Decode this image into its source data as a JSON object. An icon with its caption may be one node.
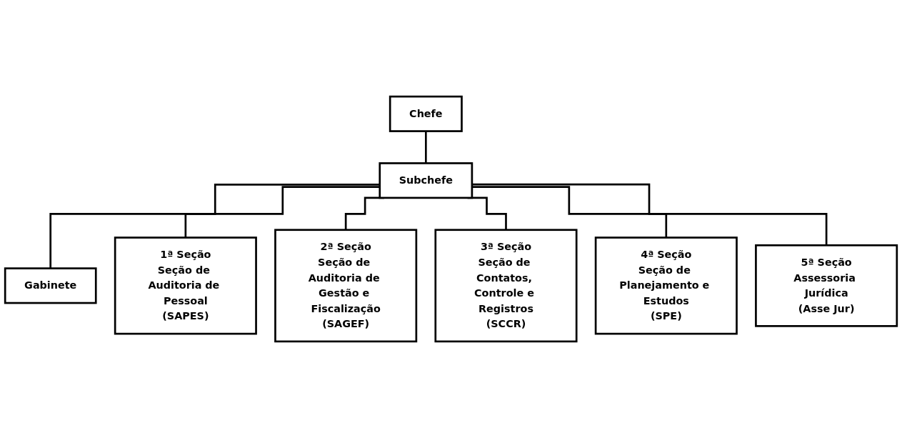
{
  "diagram": {
    "nodes": [
      {
        "text": [
          "Chefe"
        ]
      },
      {
        "text": [
          "Subchefe"
        ]
      },
      {
        "text": [
          "Gabinete"
        ]
      },
      {
        "text": [
          "1ª Seção",
          "Seção de Auditoria de Pessoal",
          "(SAPES)"
        ]
      },
      {
        "text": [
          "2ª Seção",
          "Seção de Auditoria de Gestão e Fiscalização",
          "(SAGEF)"
        ]
      },
      {
        "text": [
          "3ª Seção",
          "Seção de Contatos, Controle e Registros",
          "(SCCR)"
        ]
      },
      {
        "text": [
          "4ª Seção",
          "Seção de Planejamento e Estudos",
          "(SPE)"
        ]
      },
      {
        "text": [
          "5ª Seção",
          "Assessoria Jurídica",
          "(Asse Jur)"
        ]
      }
    ],
    "edges": [
      {
        "from": 0,
        "to": 1,
        "arrow": "none"
      },
      {
        "from": 1,
        "to": 2,
        "arrow": "none"
      },
      {
        "from": 1,
        "to": 3,
        "arrow": "none"
      },
      {
        "from": 1,
        "to": 4,
        "arrow": "none"
      },
      {
        "from": 1,
        "to": 5,
        "arrow": "none"
      },
      {
        "from": 1,
        "to": 6,
        "arrow": "none"
      },
      {
        "from": 1,
        "to": 7,
        "arrow": "none"
      }
    ]
  }
}
